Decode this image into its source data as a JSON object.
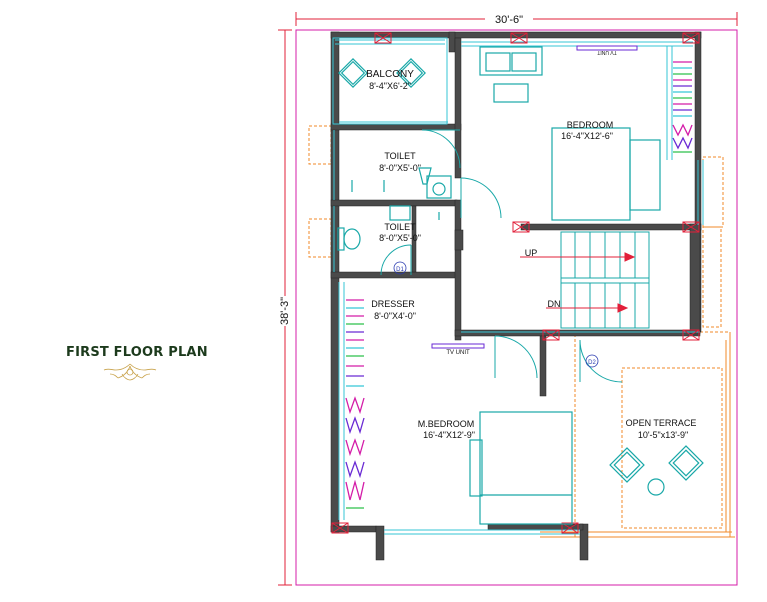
{
  "title": "FIRST FLOOR PLAN",
  "dimensions": {
    "width": "30'-6\"",
    "height": "38'-3\""
  },
  "rooms": {
    "balcony": {
      "name": "BALCONY",
      "size": "8'-4\"X6'-2\""
    },
    "bedroom": {
      "name": "BEDROOM",
      "size": "16'-4\"X12'-6\""
    },
    "toilet1": {
      "name": "TOILET",
      "size": "8'-0\"X5'-0\""
    },
    "toilet2": {
      "name": "TOILET",
      "size": "8'-0\"X5'-0\""
    },
    "dresser": {
      "name": "DRESSER",
      "size": "8'-0\"X4'-0\""
    },
    "mbedroom": {
      "name": "M.BEDROOM",
      "size": "16'-4\"X12'-9\""
    },
    "terrace": {
      "name": "OPEN  TERRACE",
      "size": "10'-5\"x13'-9\""
    }
  },
  "stair": {
    "up": "UP",
    "dn": "DN"
  },
  "tv_units": {
    "top": "TV UNIT",
    "middle": "TV UNIT"
  },
  "doors": {
    "d1": "D1",
    "d2": "D2"
  },
  "colors": {
    "wall": "#222222",
    "teal": "#19a8a8",
    "cyan": "#35c6d6",
    "red": "#e2203a",
    "magenta": "#d41ca8",
    "orange": "#f08a2a",
    "text": "#111111"
  }
}
